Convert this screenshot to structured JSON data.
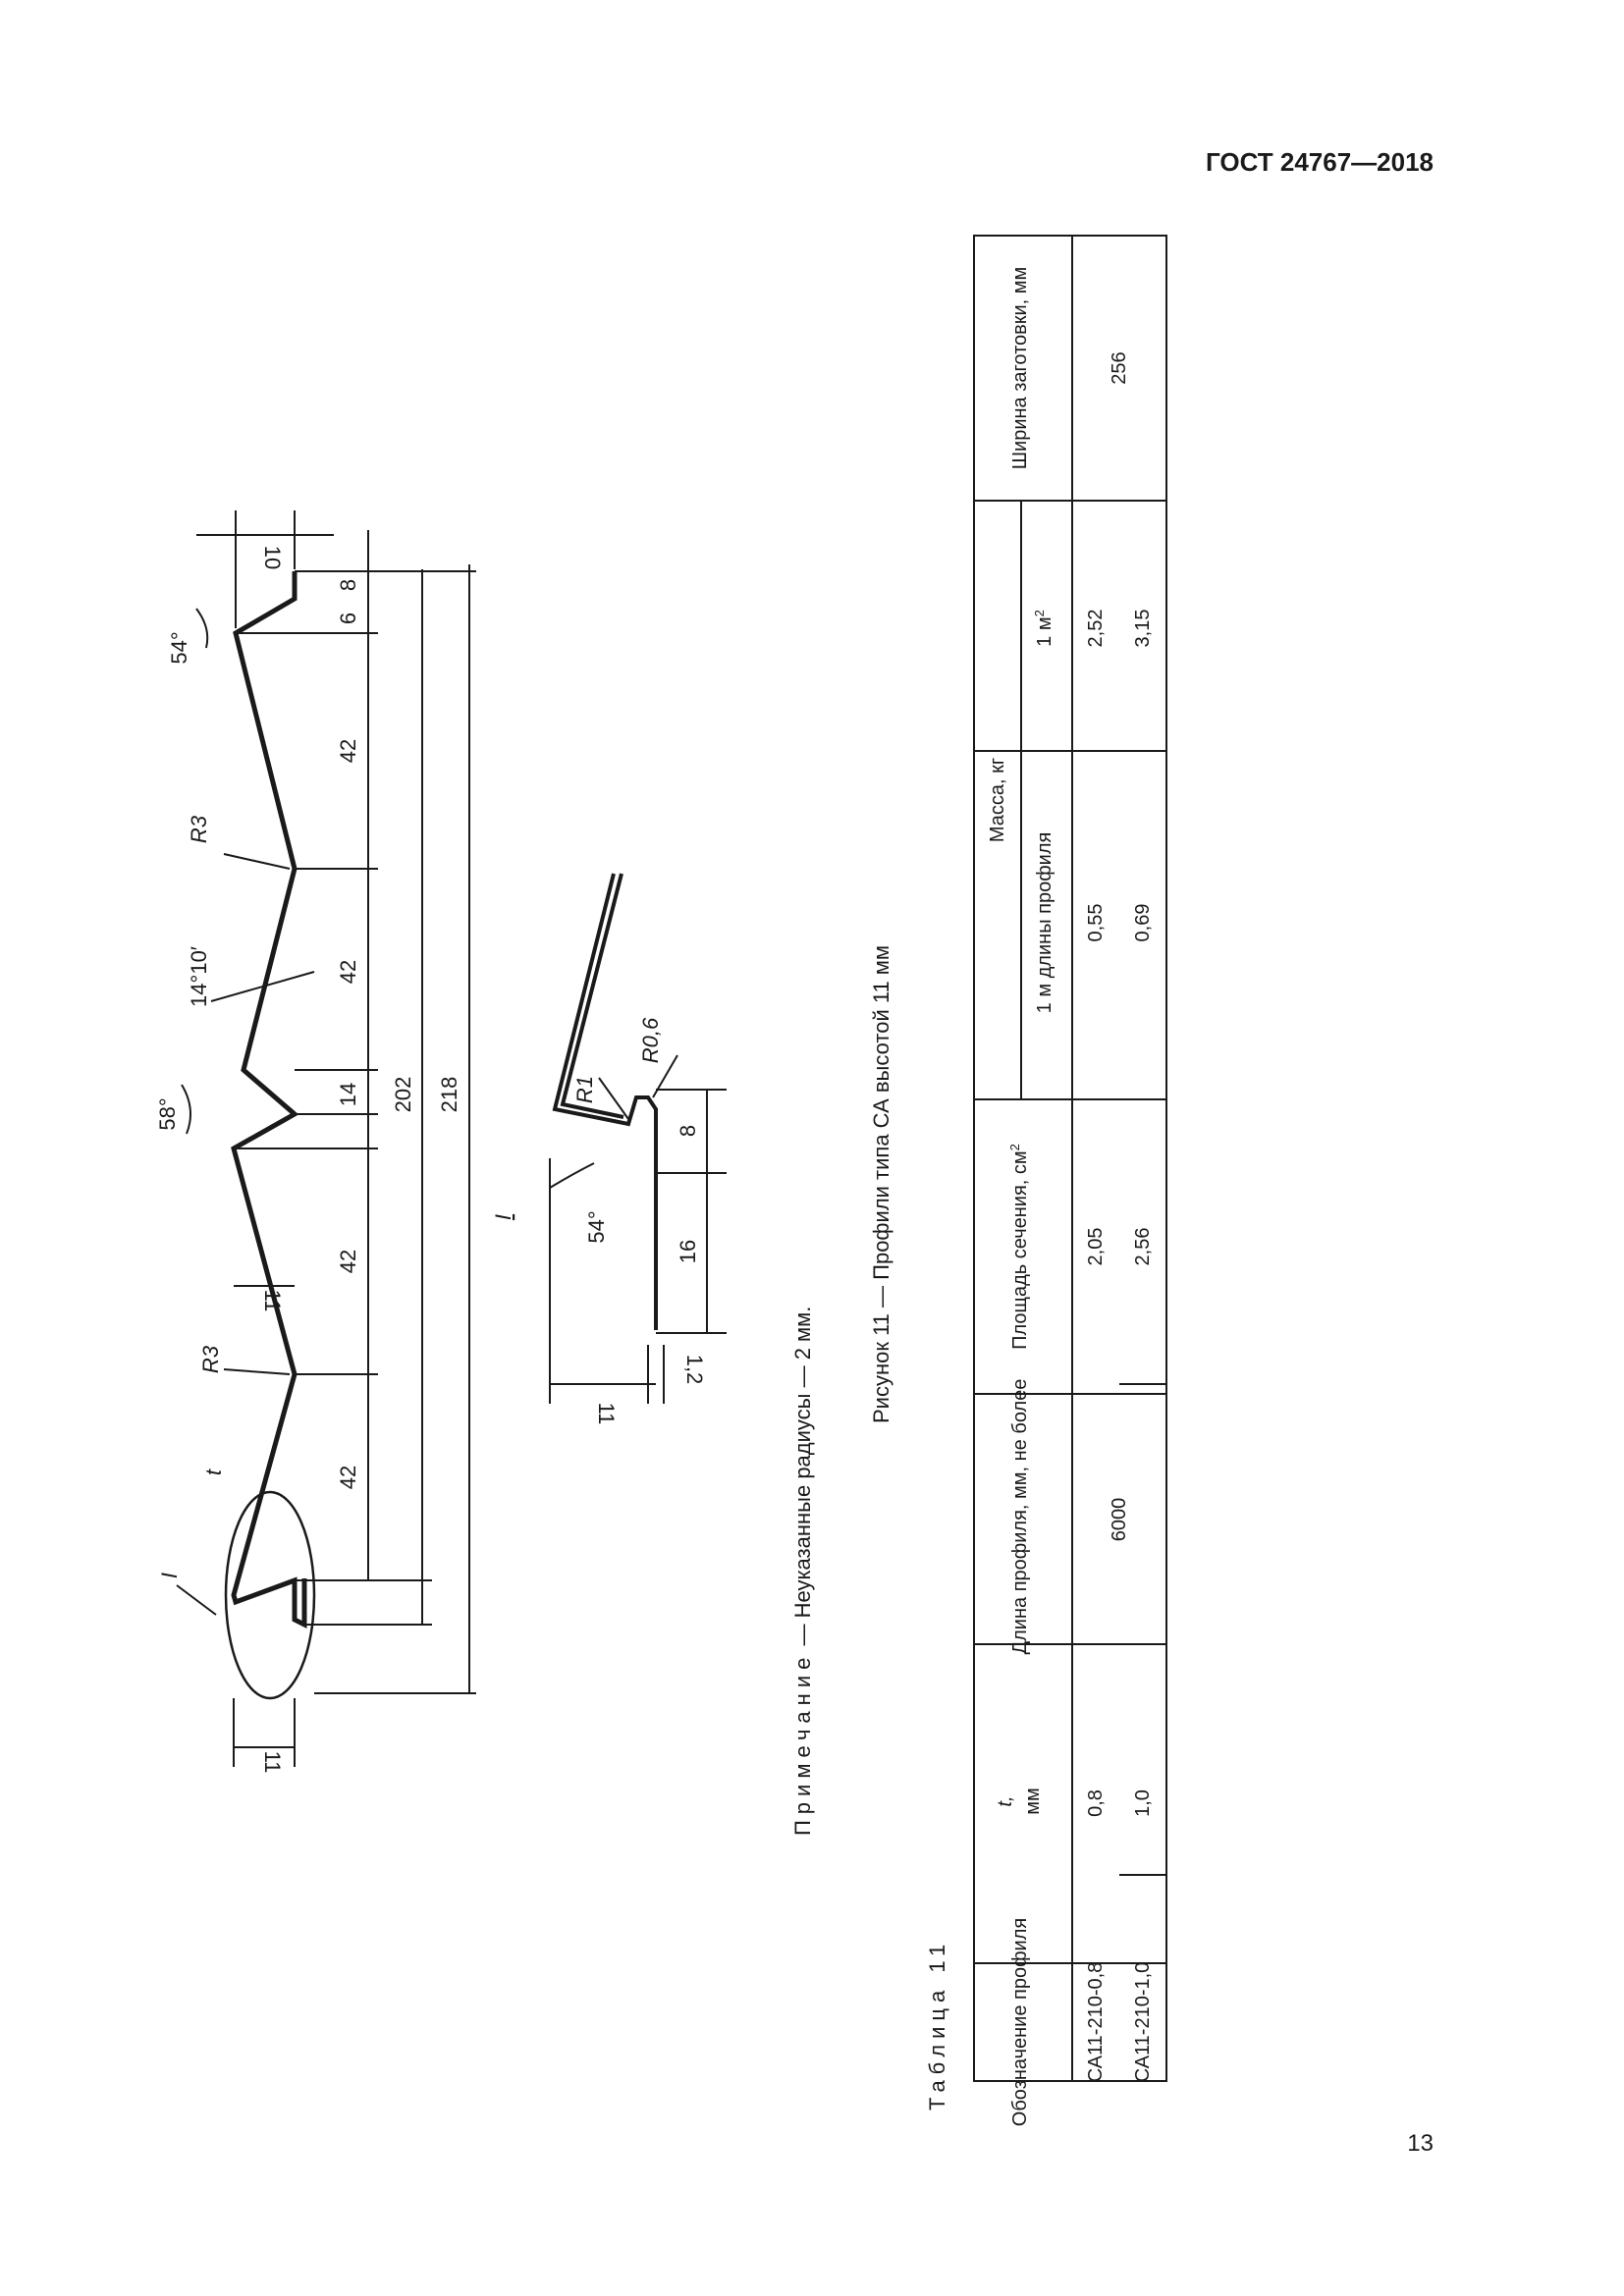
{
  "header": {
    "standard": "ГОСТ 24767—2018"
  },
  "page_number": "13",
  "drawing": {
    "labels": {
      "detail_mark": "I",
      "detail_callout": "I",
      "radius_r3_a": "R3",
      "radius_r3_b": "R3",
      "angle_54_top": "54°",
      "angle_58": "58°",
      "angle_14_10": "14°10′",
      "thickness_t": "t",
      "dim_10": "10",
      "dim_8": "8",
      "dim_6": "6",
      "dim_42_a": "42",
      "dim_42_b": "42",
      "dim_14": "14",
      "dim_42_c": "42",
      "dim_42_d": "42",
      "dim_202": "202",
      "dim_218": "218",
      "dim_11_a": "11",
      "dim_11_b": "11"
    },
    "detail": {
      "r06": "R0,6",
      "r1": "R1",
      "angle_54": "54°",
      "dim_8": "8",
      "dim_16": "16",
      "dim_11": "11",
      "dim_1_2": "1,2"
    }
  },
  "note": {
    "prefix": "Примечание",
    "text": " — Неуказанные радиусы — 2 мм."
  },
  "figure_caption": "Рисунок 11 — Профили типа СА высотой 11 мм",
  "table_caption": "Таблица 11",
  "table": {
    "headers": {
      "designation": "Обозначение профиля",
      "t": "t,",
      "t_unit": "мм",
      "length": "Длина профиля, мм, не более",
      "area": "Площадь сечения, см",
      "area_sup": "2",
      "mass": "Масса, кг",
      "mass_1m": "1 м длины профиля",
      "mass_1m2": "1 м",
      "mass_1m2_sup": "2",
      "width": "Ширина заготовки, мм"
    },
    "rows": [
      {
        "designation": "СА11-210-0,8",
        "t": "0,8",
        "area": "2,05",
        "mass_1m": "0,55",
        "mass_1m2": "2,52"
      },
      {
        "designation": "СА11-210-1,0",
        "t": "1,0",
        "area": "2,56",
        "mass_1m": "0,69",
        "mass_1m2": "3,15"
      }
    ],
    "length_value": "6000",
    "width_value": "256"
  }
}
